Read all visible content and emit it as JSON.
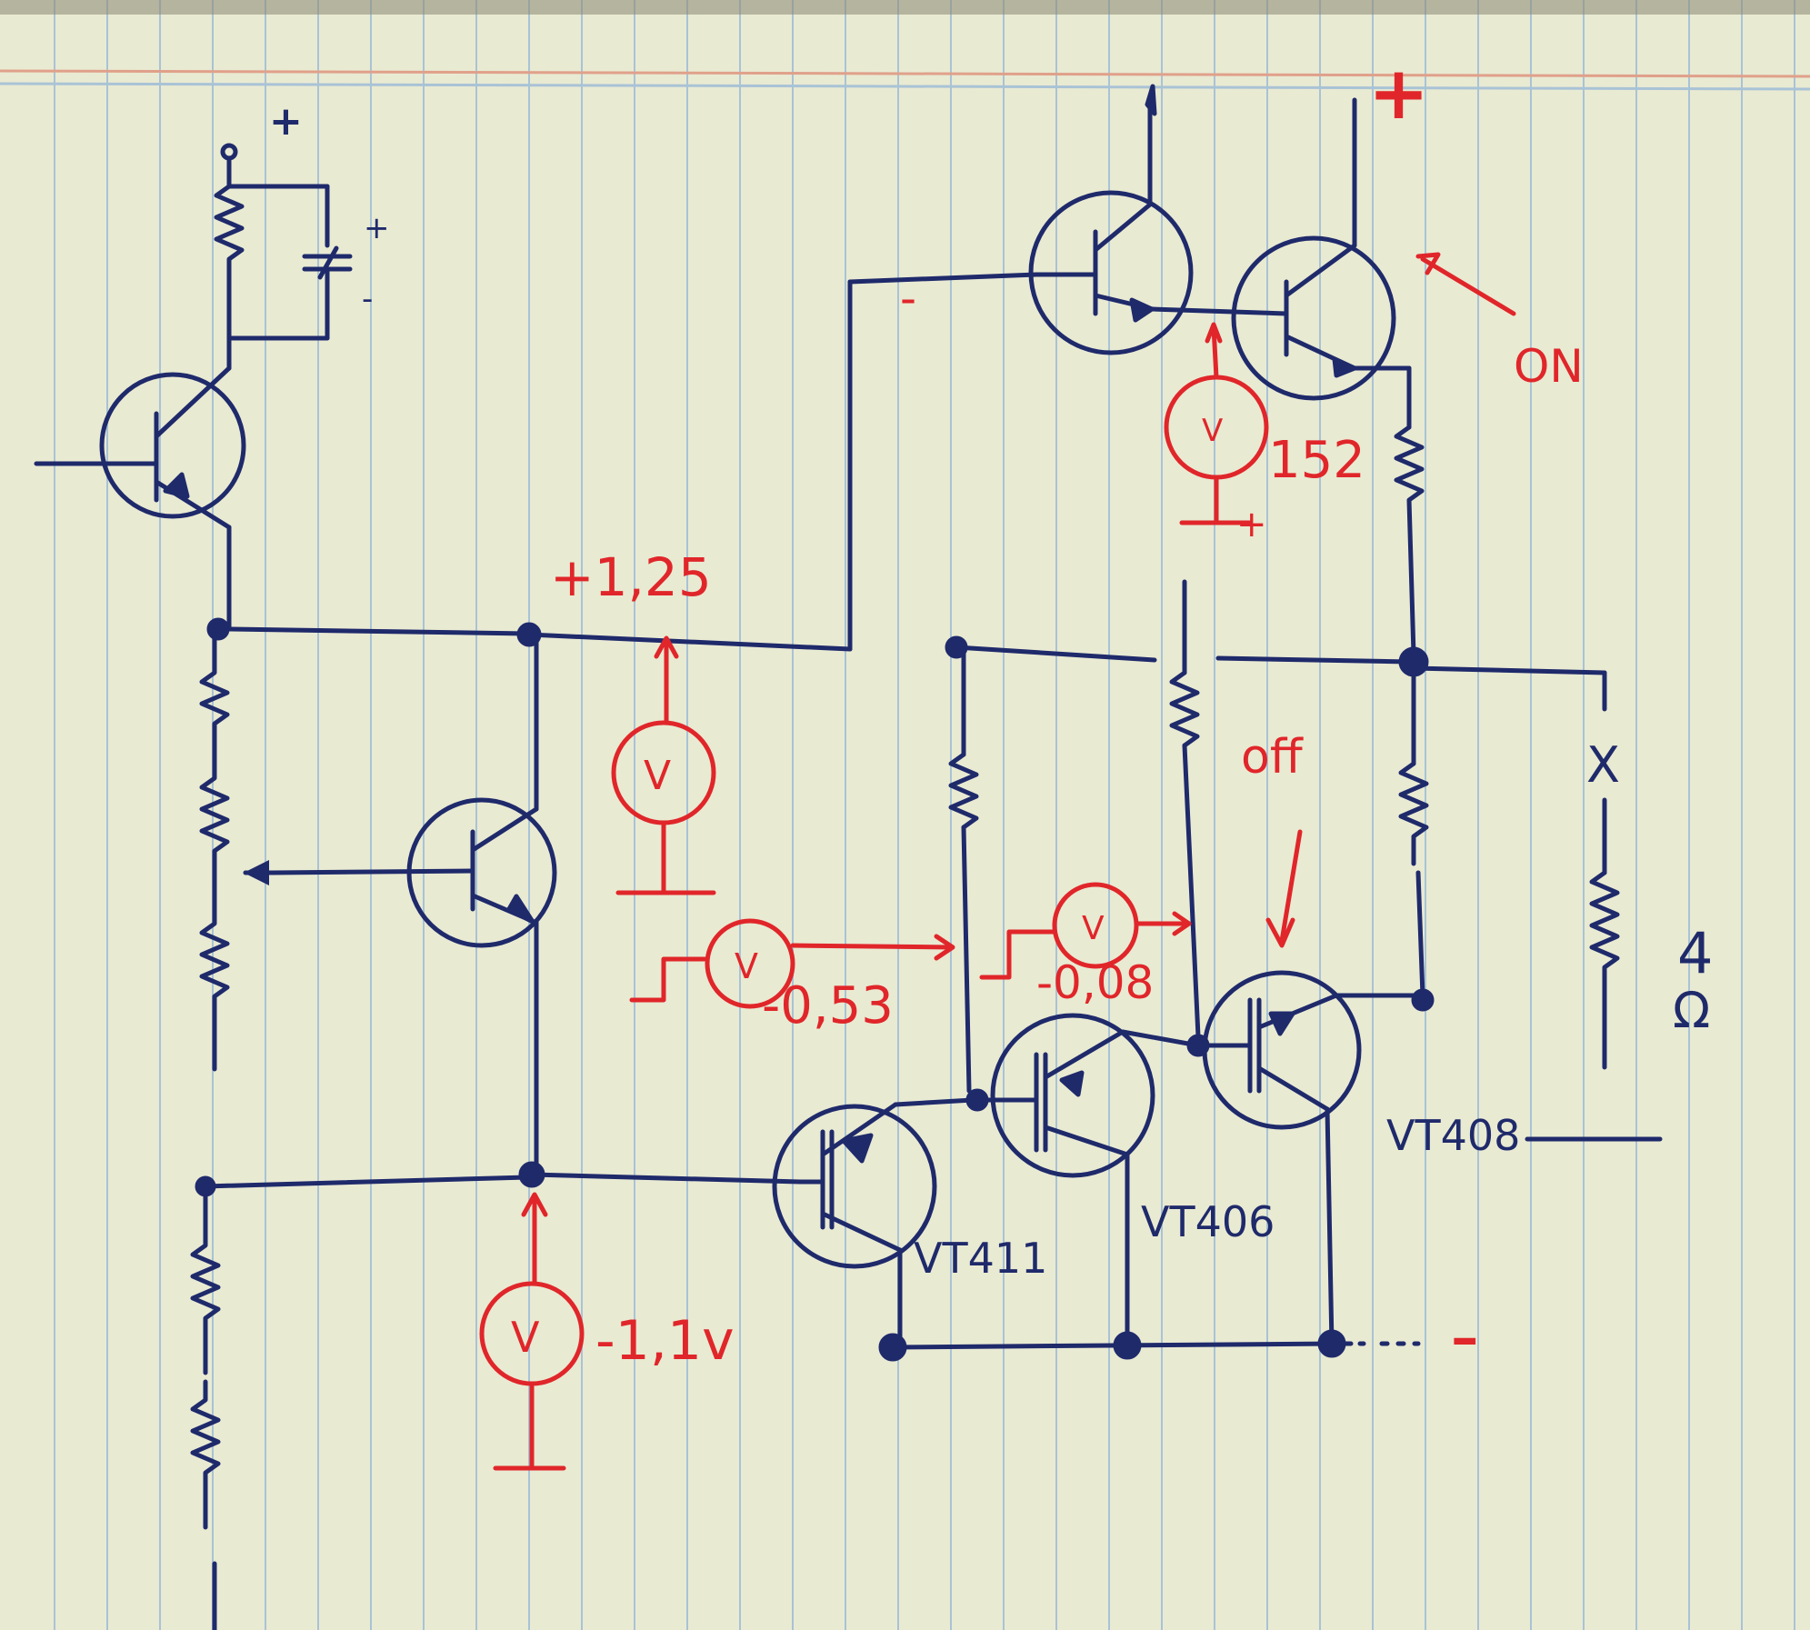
{
  "labels": {
    "supply_plus_left": "+",
    "cap_plus": "+",
    "cap_minus": "-",
    "supply_plus_right": "+",
    "on": "ON",
    "off": "off",
    "minus_near_output": "-",
    "v_top_value": "152",
    "v_top_plus": "+",
    "v_bias_value": "+1,25",
    "v_vt411_value": "-0,53",
    "v_vt406_value": "-0,08",
    "v_bottom_value": "-1,1v",
    "vt411": "VT411",
    "vt406": "VT406",
    "vt408": "VT408",
    "load": "4",
    "load_unit": "Ω",
    "ground_minus": "-",
    "meter_symbol": "V",
    "load_fuse": "X"
  },
  "colors": {
    "paper": "#e9ead2",
    "ink_blue": "#1f2a6b",
    "ink_red": "#e0262a",
    "rule_line": "#a9c3d6",
    "margin_line": "#e0a08a"
  }
}
